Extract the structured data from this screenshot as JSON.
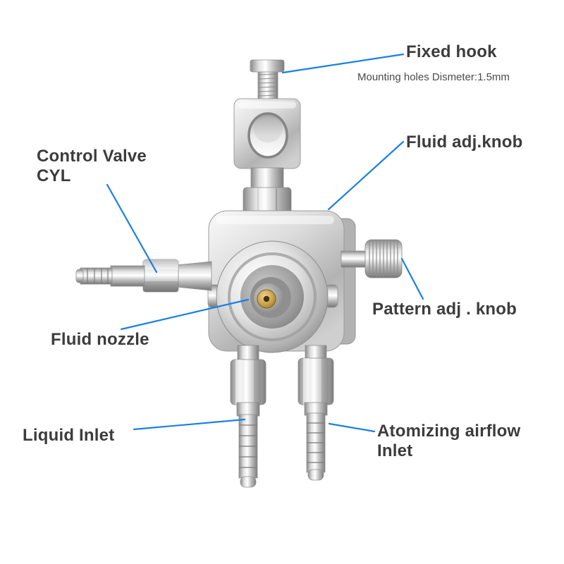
{
  "colors": {
    "accent": "#1b7fe3",
    "text": "#3c3c3c",
    "brass": "#c9a04a",
    "background": "#ffffff"
  },
  "labels": {
    "fixed_hook": "Fixed hook",
    "mounting_note": "Mounting holes Dismeter:1.5mm",
    "fluid_adj_knob": "Fluid adj.knob",
    "control_valve_line1": "Control Valve",
    "control_valve_line2": "CYL",
    "pattern_adj_knob": "Pattern adj . knob",
    "fluid_nozzle": "Fluid nozzle",
    "liquid_inlet": "Liquid Inlet",
    "atomizing_line1": "Atomizing airflow",
    "atomizing_line2": "Inlet"
  }
}
